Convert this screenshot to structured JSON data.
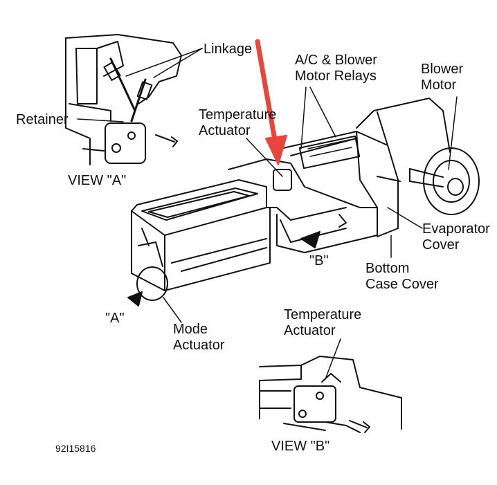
{
  "labels": {
    "linkage": "Linkage",
    "retainer": "Retainer",
    "view_a": "VIEW \"A\"",
    "temp_actuator_main": [
      "Temperature",
      "Actuator"
    ],
    "relays": [
      "A/C & Blower",
      "Motor Relays"
    ],
    "blower_motor": [
      "Blower",
      "Motor"
    ],
    "evaporator_cover": [
      "Evaporator",
      "Cover"
    ],
    "arrow_b": "\"B\"",
    "bottom_case_cover": [
      "Bottom",
      "Case Cover"
    ],
    "arrow_a": "\"A\"",
    "mode_actuator": [
      "Mode",
      "Actuator"
    ],
    "temp_actuator_inset": [
      "Temperature",
      "Actuator"
    ],
    "view_b": "VIEW \"B\"",
    "figure_id": "92I15816"
  },
  "colors": {
    "line": "#111111",
    "highlight_arrow": "#e8453c",
    "fill": "#ffffff"
  }
}
